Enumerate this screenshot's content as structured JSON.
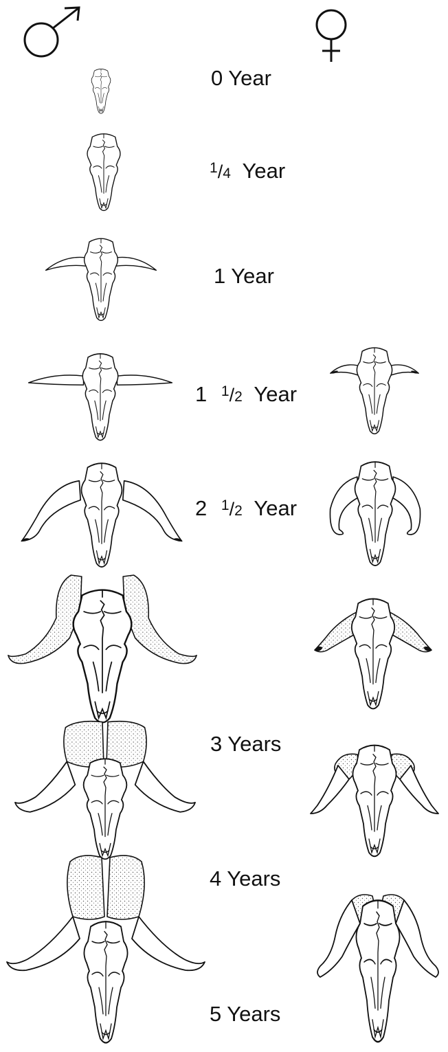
{
  "header": {
    "male_symbol": "male-symbol-icon",
    "female_symbol": "female-symbol-icon"
  },
  "age_labels": {
    "age_0": "0 Year",
    "age_quarter_whole": "",
    "age_quarter_num": "1",
    "age_quarter_den": "4",
    "age_quarter_unit": "Year",
    "age_1": "1 Year",
    "age_1_5_whole": "1",
    "age_1_5_num": "1",
    "age_1_5_den": "2",
    "age_1_5_unit": "Year",
    "age_2_5_whole": "2",
    "age_2_5_num": "1",
    "age_2_5_den": "2",
    "age_2_5_unit": "Year",
    "age_3": "3 Years",
    "age_4": "4 Years",
    "age_5": "5 Years"
  },
  "colors": {
    "ink": "#111111",
    "background": "#ffffff"
  }
}
